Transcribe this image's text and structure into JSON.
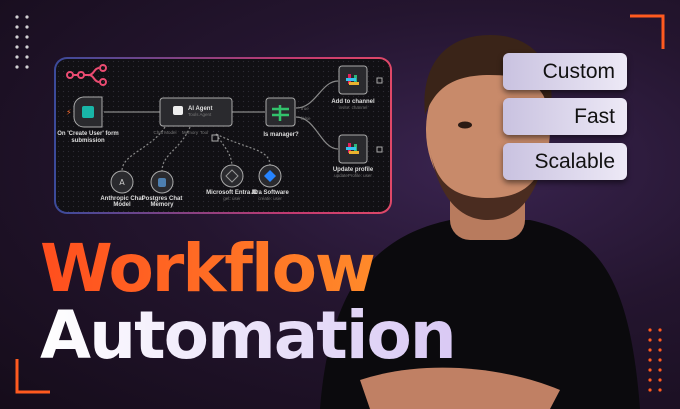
{
  "workflow": {
    "nodes": {
      "trigger": {
        "label_1": "On 'Create User' form",
        "label_2": "submission"
      },
      "agent": {
        "title": "AI Agent",
        "subtitle": "Tools Agent",
        "ports": [
          "Chat Model",
          "Memory",
          "Tool"
        ]
      },
      "if": {
        "label": "Is manager?",
        "true_label": "true",
        "false_label": "false"
      },
      "add_channel": {
        "label": "Add to channel",
        "subtitle": "invite: channel"
      },
      "update_profile": {
        "label": "Update profile",
        "subtitle": "updateProfile: user"
      },
      "anthropic": {
        "label_1": "Anthropic Chat",
        "label_2": "Model"
      },
      "postgres": {
        "label_1": "Postgres Chat",
        "label_2": "Memory"
      },
      "entra": {
        "label": "Microsoft Entra ID",
        "subtitle": "get: user"
      },
      "jira": {
        "label": "Jira Software",
        "subtitle": "create: user"
      }
    }
  },
  "features": [
    "Custom",
    "Fast",
    "Scalable"
  ],
  "headline": {
    "line1": "Workflow",
    "line2": "Automation"
  },
  "colors": {
    "accent_orange": "#ff5a1f",
    "pill_bg": "#e4dff2",
    "background": "#1b1122",
    "logo": "#ea4b71"
  }
}
